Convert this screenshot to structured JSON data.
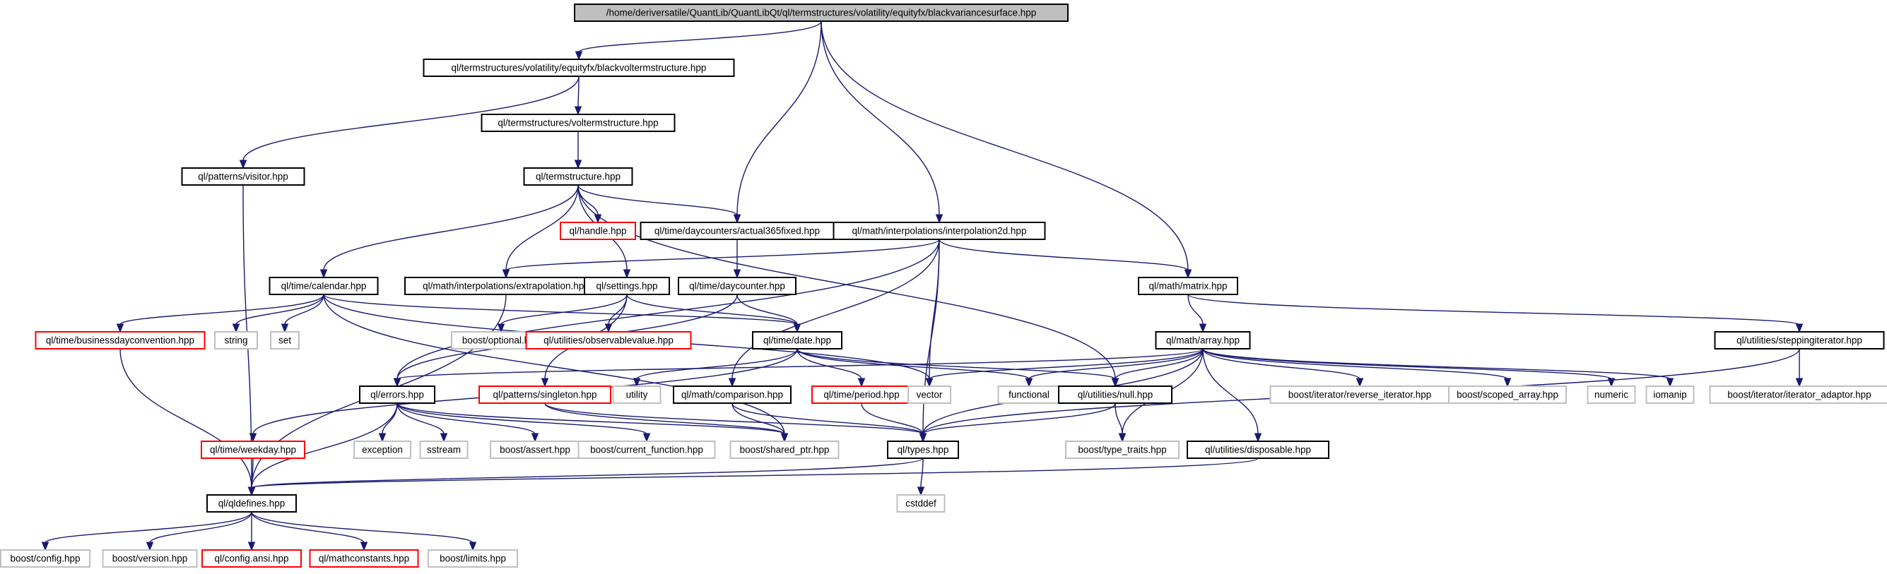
{
  "title": "/home/deriversatile/QuantLib/QuantLibQt/ql/termstructures/volatility/equityfx/blackvariancesurface.hpp",
  "colors": {
    "edge": "#191970",
    "root_fill": "#bfbfbf",
    "documented_border": "#000000",
    "undocumented_border": "#ff0000",
    "external_border": "#bfbfbf",
    "background": "#ffffff"
  },
  "nodes": [
    {
      "id": "root",
      "label": "/home/deriversatile/QuantLib/QuantLibQt/ql/termstructures/volatility/equityfx/blackvariancesurface.hpp",
      "kind": "root"
    },
    {
      "id": "bvts",
      "label": "ql/termstructures/volatility/equityfx/blackvoltermstructure.hpp",
      "kind": "doc"
    },
    {
      "id": "vts",
      "label": "ql/termstructures/voltermstructure.hpp",
      "kind": "doc"
    },
    {
      "id": "visitor",
      "label": "ql/patterns/visitor.hpp",
      "kind": "doc"
    },
    {
      "id": "ts",
      "label": "ql/termstructure.hpp",
      "kind": "doc"
    },
    {
      "id": "handle",
      "label": "ql/handle.hpp",
      "kind": "undoc"
    },
    {
      "id": "a365",
      "label": "ql/time/daycounters/actual365fixed.hpp",
      "kind": "doc"
    },
    {
      "id": "interp2d",
      "label": "ql/math/interpolations/interpolation2d.hpp",
      "kind": "doc"
    },
    {
      "id": "calendar",
      "label": "ql/time/calendar.hpp",
      "kind": "doc"
    },
    {
      "id": "extrap",
      "label": "ql/math/interpolations/extrapolation.hpp",
      "kind": "doc"
    },
    {
      "id": "settings",
      "label": "ql/settings.hpp",
      "kind": "doc"
    },
    {
      "id": "daycounter",
      "label": "ql/time/daycounter.hpp",
      "kind": "doc"
    },
    {
      "id": "matrix",
      "label": "ql/math/matrix.hpp",
      "kind": "doc"
    },
    {
      "id": "bdc",
      "label": "ql/time/businessdayconvention.hpp",
      "kind": "undoc"
    },
    {
      "id": "string",
      "label": "string",
      "kind": "ext"
    },
    {
      "id": "set",
      "label": "set",
      "kind": "ext"
    },
    {
      "id": "optional",
      "label": "boost/optional.hpp",
      "kind": "ext"
    },
    {
      "id": "obsval",
      "label": "ql/utilities/observablevalue.hpp",
      "kind": "undoc"
    },
    {
      "id": "date",
      "label": "ql/time/date.hpp",
      "kind": "doc"
    },
    {
      "id": "array",
      "label": "ql/math/array.hpp",
      "kind": "doc"
    },
    {
      "id": "stepit",
      "label": "ql/utilities/steppingiterator.hpp",
      "kind": "doc"
    },
    {
      "id": "errors",
      "label": "ql/errors.hpp",
      "kind": "doc"
    },
    {
      "id": "singleton",
      "label": "ql/patterns/singleton.hpp",
      "kind": "undoc"
    },
    {
      "id": "utility",
      "label": "utility",
      "kind": "ext"
    },
    {
      "id": "comparison",
      "label": "ql/math/comparison.hpp",
      "kind": "doc"
    },
    {
      "id": "period",
      "label": "ql/time/period.hpp",
      "kind": "undoc"
    },
    {
      "id": "vector",
      "label": "vector",
      "kind": "ext"
    },
    {
      "id": "functional",
      "label": "functional",
      "kind": "ext"
    },
    {
      "id": "null",
      "label": "ql/utilities/null.hpp",
      "kind": "doc"
    },
    {
      "id": "revit",
      "label": "boost/iterator/reverse_iterator.hpp",
      "kind": "ext"
    },
    {
      "id": "scoped",
      "label": "boost/scoped_array.hpp",
      "kind": "ext"
    },
    {
      "id": "numeric",
      "label": "numeric",
      "kind": "ext"
    },
    {
      "id": "iomanip",
      "label": "iomanip",
      "kind": "ext"
    },
    {
      "id": "iteradaptor",
      "label": "boost/iterator/iterator_adaptor.hpp",
      "kind": "ext"
    },
    {
      "id": "weekday",
      "label": "ql/time/weekday.hpp",
      "kind": "undoc"
    },
    {
      "id": "exception",
      "label": "exception",
      "kind": "ext"
    },
    {
      "id": "sstream",
      "label": "sstream",
      "kind": "ext"
    },
    {
      "id": "assert",
      "label": "boost/assert.hpp",
      "kind": "ext"
    },
    {
      "id": "curfunc",
      "label": "boost/current_function.hpp",
      "kind": "ext"
    },
    {
      "id": "sharedptr",
      "label": "boost/shared_ptr.hpp",
      "kind": "ext"
    },
    {
      "id": "types",
      "label": "ql/types.hpp",
      "kind": "doc"
    },
    {
      "id": "typetraits",
      "label": "boost/type_traits.hpp",
      "kind": "ext"
    },
    {
      "id": "disposable",
      "label": "ql/utilities/disposable.hpp",
      "kind": "doc"
    },
    {
      "id": "qldefines",
      "label": "ql/qldefines.hpp",
      "kind": "doc"
    },
    {
      "id": "cstddef",
      "label": "cstddef",
      "kind": "ext"
    },
    {
      "id": "bconfig",
      "label": "boost/config.hpp",
      "kind": "ext"
    },
    {
      "id": "bversion",
      "label": "boost/version.hpp",
      "kind": "ext"
    },
    {
      "id": "configansi",
      "label": "ql/config.ansi.hpp",
      "kind": "undoc"
    },
    {
      "id": "mathconst",
      "label": "ql/mathconstants.hpp",
      "kind": "undoc"
    },
    {
      "id": "blimits",
      "label": "boost/limits.hpp",
      "kind": "ext"
    }
  ],
  "edges": [
    [
      "root",
      "bvts"
    ],
    [
      "root",
      "a365"
    ],
    [
      "root",
      "interp2d"
    ],
    [
      "root",
      "matrix"
    ],
    [
      "bvts",
      "vts"
    ],
    [
      "bvts",
      "visitor"
    ],
    [
      "vts",
      "ts"
    ],
    [
      "visitor",
      "qldefines"
    ],
    [
      "ts",
      "handle"
    ],
    [
      "ts",
      "a365"
    ],
    [
      "ts",
      "calendar"
    ],
    [
      "ts",
      "extrap"
    ],
    [
      "ts",
      "settings"
    ],
    [
      "ts",
      "null"
    ],
    [
      "a365",
      "daycounter"
    ],
    [
      "interp2d",
      "extrap"
    ],
    [
      "interp2d",
      "matrix"
    ],
    [
      "interp2d",
      "errors"
    ],
    [
      "interp2d",
      "comparison"
    ],
    [
      "interp2d",
      "vector"
    ],
    [
      "interp2d",
      "types"
    ],
    [
      "calendar",
      "bdc"
    ],
    [
      "calendar",
      "string"
    ],
    [
      "calendar",
      "set"
    ],
    [
      "calendar",
      "date"
    ],
    [
      "calendar",
      "vector"
    ],
    [
      "calendar",
      "sharedptr"
    ],
    [
      "extrap",
      "qldefines"
    ],
    [
      "settings",
      "optional"
    ],
    [
      "settings",
      "obsval"
    ],
    [
      "settings",
      "date"
    ],
    [
      "settings",
      "singleton"
    ],
    [
      "daycounter",
      "date"
    ],
    [
      "daycounter",
      "errors"
    ],
    [
      "matrix",
      "array"
    ],
    [
      "matrix",
      "stepit"
    ],
    [
      "bdc",
      "qldefines"
    ],
    [
      "date",
      "weekday"
    ],
    [
      "date",
      "period"
    ],
    [
      "date",
      "null"
    ],
    [
      "date",
      "functional"
    ],
    [
      "date",
      "utility"
    ],
    [
      "array",
      "errors"
    ],
    [
      "array",
      "vector"
    ],
    [
      "array",
      "functional"
    ],
    [
      "array",
      "null"
    ],
    [
      "array",
      "revit"
    ],
    [
      "array",
      "scoped"
    ],
    [
      "array",
      "numeric"
    ],
    [
      "array",
      "iomanip"
    ],
    [
      "array",
      "types"
    ],
    [
      "array",
      "typetraits"
    ],
    [
      "array",
      "disposable"
    ],
    [
      "stepit",
      "iteradaptor"
    ],
    [
      "stepit",
      "types"
    ],
    [
      "errors",
      "exception"
    ],
    [
      "errors",
      "sstream"
    ],
    [
      "errors",
      "assert"
    ],
    [
      "errors",
      "curfunc"
    ],
    [
      "errors",
      "sharedptr"
    ],
    [
      "errors",
      "qldefines"
    ],
    [
      "singleton",
      "sharedptr"
    ],
    [
      "singleton",
      "types"
    ],
    [
      "comparison",
      "sharedptr"
    ],
    [
      "comparison",
      "types"
    ],
    [
      "period",
      "types"
    ],
    [
      "null",
      "types"
    ],
    [
      "null",
      "typetraits"
    ],
    [
      "weekday",
      "qldefines"
    ],
    [
      "types",
      "qldefines"
    ],
    [
      "types",
      "cstddef"
    ],
    [
      "disposable",
      "qldefines"
    ],
    [
      "qldefines",
      "bconfig"
    ],
    [
      "qldefines",
      "bversion"
    ],
    [
      "qldefines",
      "configansi"
    ],
    [
      "qldefines",
      "mathconst"
    ],
    [
      "qldefines",
      "blimits"
    ]
  ]
}
